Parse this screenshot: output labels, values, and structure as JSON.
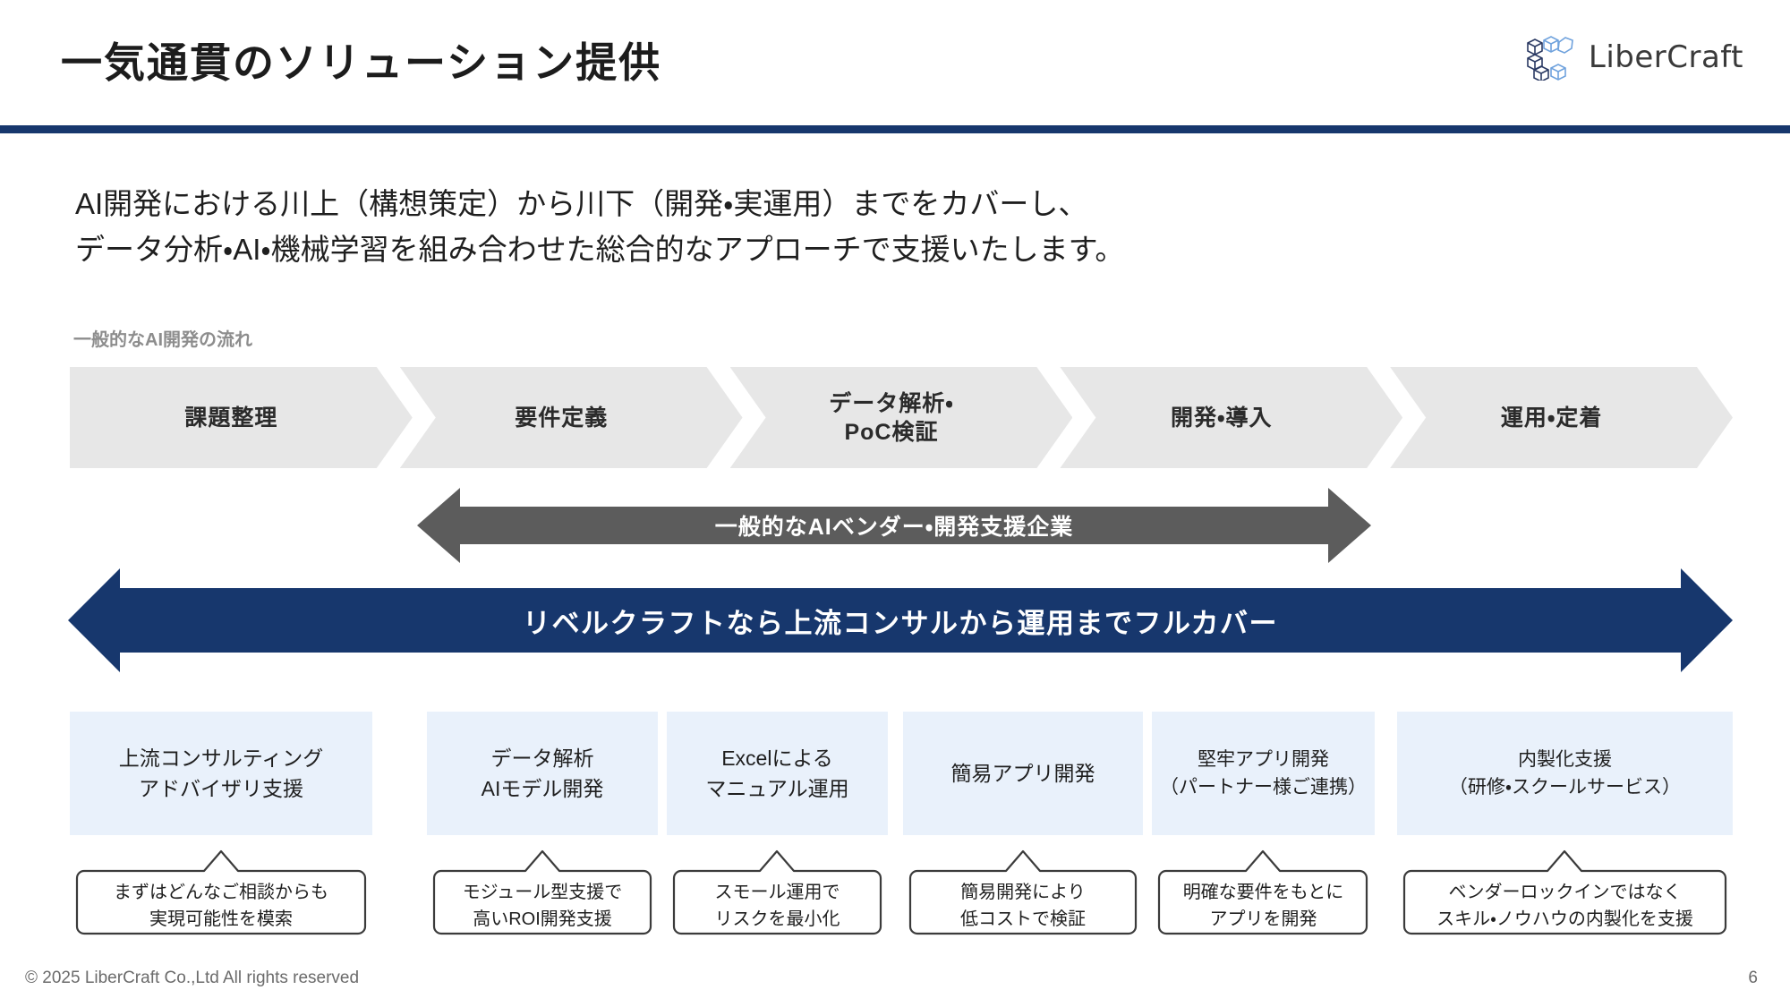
{
  "header": {
    "title": "一気通貫のソリューション提供",
    "logo_text": "LiberCraft",
    "logo_icon": "stacked-cubes-icon",
    "rule_color": "#17376d"
  },
  "lead": {
    "line1": "AI開発における川上（構想策定）から川下（開発・実運用）までをカバーし、",
    "line2": "データ分析・AI・機械学習を組み合わせた総合的なアプローチで支援いたします。"
  },
  "flow": {
    "label": "一般的なAI開発の流れ",
    "chevron_color": "#e7e7e7",
    "steps": [
      {
        "label": "課題整理"
      },
      {
        "label": "要件定義"
      },
      {
        "label": "データ解析・\nPoC検証"
      },
      {
        "label": "開発・導入"
      },
      {
        "label": "運用・定着"
      }
    ]
  },
  "gray_arrow": {
    "label": "一般的なAIベンダー・開発支援企業",
    "color": "#5c5c5c"
  },
  "blue_arrow": {
    "label": "リベルクラフトなら上流コンサルから運用までフルカバー",
    "color": "#17376d"
  },
  "services": {
    "box_color": "#e9f1fb",
    "items": [
      {
        "label": "上流コンサルティング\nアドバイザリ支援",
        "callout": "まずはどんなご相談からも\n実現可能性を模索"
      },
      {
        "label": "データ解析\nAIモデル開発",
        "callout": "モジュール型支援で\n高いROI開発支援"
      },
      {
        "label": "Excelによる\nマニュアル運用",
        "callout": "スモール運用で\nリスクを最小化"
      },
      {
        "label": "簡易アプリ開発",
        "callout": "簡易開発により\n低コストで検証"
      },
      {
        "label": "堅牢アプリ開発\n（パートナー様ご連携）",
        "callout": "明確な要件をもとに\nアプリを開発"
      },
      {
        "label": "内製化支援\n（研修・スクールサービス）",
        "callout": "ベンダーロックインではなく\nスキル・ノウハウの内製化を支援"
      }
    ]
  },
  "footer": {
    "copyright": "© 2025 LiberCraft Co.,Ltd All rights reserved",
    "page_number": "6"
  }
}
